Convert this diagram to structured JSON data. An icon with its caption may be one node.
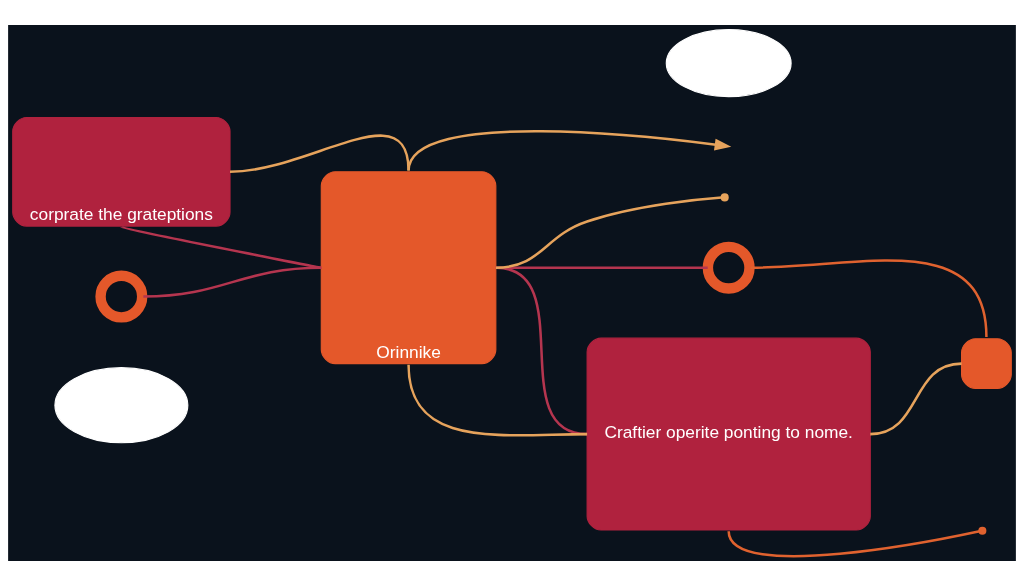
{
  "diagram": {
    "nodes": [
      {
        "text": [
          "corprate the grateptions"
        ]
      },
      {
        "text": [],
        "shape": "cloud"
      },
      {
        "text": [
          "Orinnike"
        ]
      },
      {
        "text": [],
        "shape": "circle"
      },
      {
        "text": [],
        "shape": "box"
      },
      {
        "text": [
          "Craftier operite ponting to nome."
        ]
      },
      {
        "text": [],
        "shape": "circle"
      },
      {
        "text": [],
        "shape": "cloud"
      }
    ],
    "edges": [
      {
        "from": 0,
        "to": 2,
        "arrow": "none"
      },
      {
        "from": 2,
        "to": null,
        "arrow": "to"
      },
      {
        "from": 0,
        "to": 2,
        "arrow": "none",
        "color": "#b5354f"
      },
      {
        "from": 2,
        "to": 3,
        "arrow": "none",
        "color": "#b5354f"
      },
      {
        "from": 3,
        "to": 4,
        "arrow": "none",
        "color": "#e0622f"
      },
      {
        "from": 2,
        "to": null,
        "arrow": "other"
      },
      {
        "from": 6,
        "to": 2,
        "arrow": "none",
        "color": "#b5354f"
      },
      {
        "from": 2,
        "to": 5,
        "arrow": "none",
        "color": "#b5354f"
      },
      {
        "from": 5,
        "to": 4,
        "arrow": "none"
      },
      {
        "from": 5,
        "to": null,
        "arrow": "other",
        "color": "#e0622f"
      },
      {
        "from": 2,
        "to": 5,
        "arrow": "none"
      }
    ]
  }
}
